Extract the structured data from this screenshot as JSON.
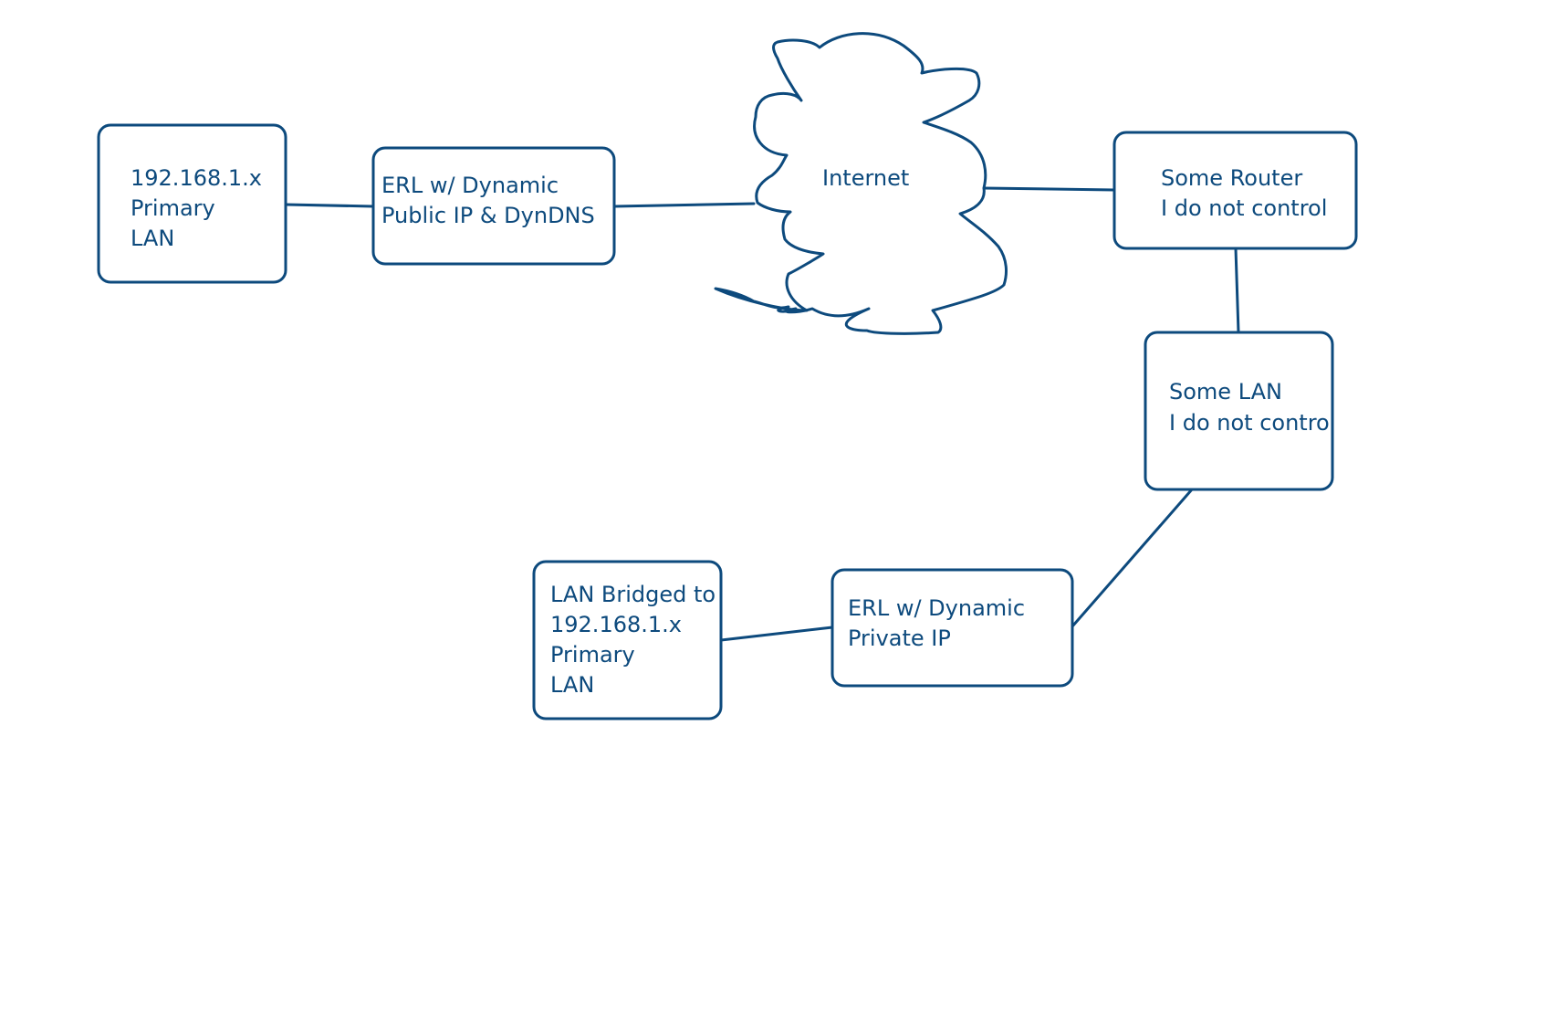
{
  "colors": {
    "ink": "#0d4a7d",
    "background": "#ffffff"
  },
  "nodes": {
    "primary_lan": {
      "lines": [
        "192.168.1.x",
        "Primary",
        "LAN"
      ]
    },
    "erl_public": {
      "lines": [
        "ERL w/ Dynamic",
        "Public IP & DynDNS"
      ]
    },
    "internet": {
      "lines": [
        "Internet"
      ],
      "icon": "cloud-icon"
    },
    "some_router": {
      "lines": [
        "Some Router",
        "I do not control"
      ]
    },
    "some_lan": {
      "lines": [
        "Some LAN",
        "I do not control"
      ]
    },
    "erl_private": {
      "lines": [
        "ERL w/ Dynamic",
        "Private IP"
      ]
    },
    "bridged_lan": {
      "lines": [
        "LAN Bridged to",
        "192.168.1.x",
        "Primary",
        "LAN"
      ]
    }
  },
  "connections": [
    {
      "from": "primary_lan",
      "to": "erl_public"
    },
    {
      "from": "erl_public",
      "to": "internet"
    },
    {
      "from": "internet",
      "to": "some_router"
    },
    {
      "from": "some_router",
      "to": "some_lan"
    },
    {
      "from": "some_lan",
      "to": "erl_private"
    },
    {
      "from": "erl_private",
      "to": "bridged_lan"
    }
  ]
}
